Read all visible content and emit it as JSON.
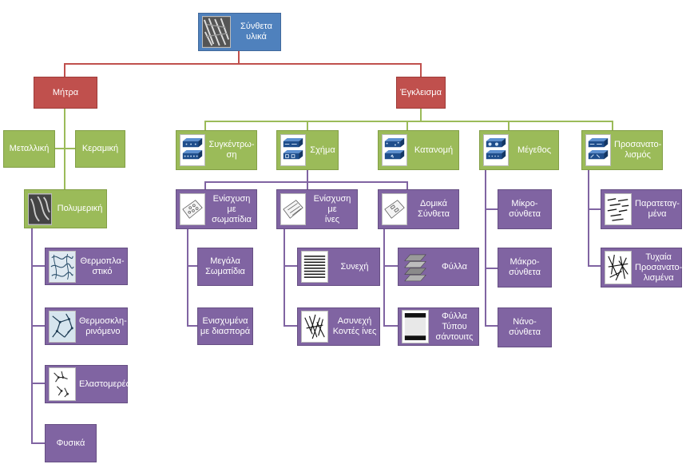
{
  "diagram": {
    "colors": {
      "root": "#4f81bd",
      "level1": "#c0504d",
      "category": "#9bbb59",
      "leaf": "#8064a2",
      "connector_top": "#c0504d",
      "connector_category": "#9bbb59",
      "connector_leaf": "#8064a2"
    },
    "nodes": {
      "root": "Σύνθετα\nυλικά",
      "matrix": "Μήτρα",
      "reinforcement": "Έγκλεισμα",
      "metallic": "Μεταλλική",
      "ceramic": "Κεραμική",
      "polymeric": "Πολυμερική",
      "thermoplastic": "Θερμοπλα-\nστικό",
      "thermoset": "Θερμοσκλη-\nρινόμενο",
      "elastomeric": "Ελαστομερές",
      "natural": "Φυσικά",
      "concentration": "Συγκέντρω-\nση",
      "shape": "Σχήμα",
      "distribution": "Κατανομή",
      "size": "Μέγεθος",
      "orientation": "Προσανατο-\nλισμός",
      "particle_reinforced": "Ενίσχυση με\nσωματίδια",
      "large_particles": "Μεγάλα\nΣωματίδια",
      "dispersion_strengthened": "Ενισχυμένα\nμε διασπορά",
      "fiber_reinforced": "Ενίσχυση με\nίνες",
      "continuous": "Συνεχή",
      "discontinuous": "Ασυνεχή\nΚοντές ίνες",
      "structural": "Δομικά\nΣύνθετα",
      "laminates": "Φύλλα",
      "sandwich": "Φύλλα\nΤύπου\nσάντουιτς",
      "micro": "Μίκρο-\nσύνθετα",
      "macro": "Μάκρο-\nσύνθετα",
      "nano": "Νάνο-\nσύνθετα",
      "aligned": "Παρατεταγ-\nμένα",
      "random": "Τυχαία\nΠροσανατο-\nλισμένα"
    }
  }
}
